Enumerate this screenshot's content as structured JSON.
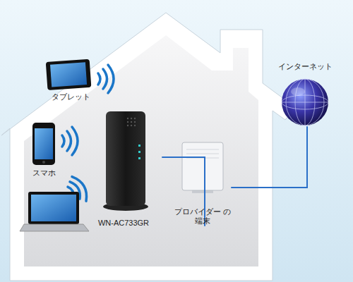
{
  "diagram": {
    "nodes": [
      {
        "text": [
          "タブレット"
        ]
      },
      {
        "text": [
          "スマホ"
        ]
      },
      {
        "text": [
          "WN-AC733GR"
        ]
      },
      {
        "text": [
          "プロバイダー の端末"
        ]
      },
      {
        "text": [
          "インターネット"
        ]
      }
    ],
    "edges": [
      {
        "from": 2,
        "to": 3,
        "arrow": "none"
      },
      {
        "from": 3,
        "to": 4,
        "arrow": "none"
      }
    ]
  }
}
